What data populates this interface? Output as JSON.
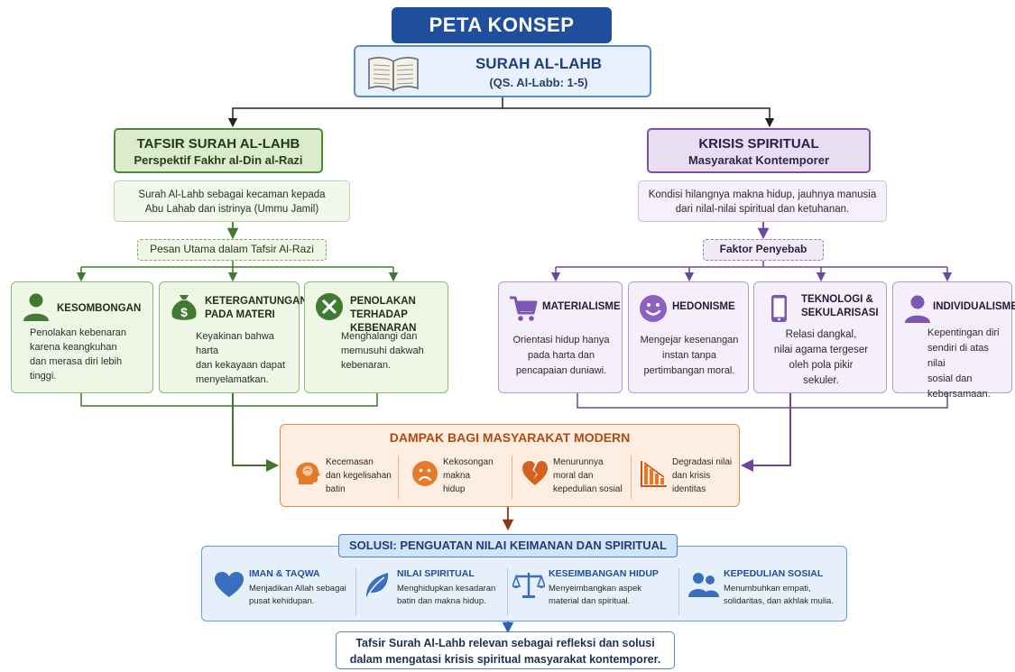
{
  "title": "PETA KONSEP",
  "surah": {
    "title": "SURAH AL-LAHB",
    "subtitle": "(QS. Al-Labb: 1-5)"
  },
  "tafsir": {
    "title": "TAFSIR SURAH AL-LAHB",
    "subtitle": "Perspektif Fakhr al-Din al-Razi",
    "description_line1": "Surah Al-Lahb sebagai kecaman kepada",
    "description_line2": "Abu Lahab dan istrinya (Ummu Jamil)",
    "pesan_label": "Pesan Utama dalam Tafsir Al-Razi",
    "cards": [
      {
        "title": "KESOMBONGAN",
        "text1": "Penolakan kebenaran",
        "text2": "karena keangkuhan",
        "text3": "dan merasa diri lebih",
        "text4": "tinggi.",
        "icon": "person-icon"
      },
      {
        "title1": "KETERGANTUNGAN",
        "title2": "PADA MATERI",
        "text1": "Keyakinan bahwa harta",
        "text2": "dan kekayaan dapat",
        "text3": "menyelamatkan.",
        "icon": "money-bag-icon"
      },
      {
        "title1": "PENOLAKAN",
        "title2": "TERHADAP KEBENARAN",
        "text1": "Menghalangi dan",
        "text2": "memusuhi dakwah",
        "text3": "kebenaran.",
        "icon": "cross-circle-icon"
      }
    ]
  },
  "krisis": {
    "title": "KRISIS SPIRITUAL",
    "subtitle": "Masyarakat Kontemporer",
    "description_line1": "Kondisi hilangnya makna hidup, jauhnya manusia",
    "description_line2": "dari nilal-nilai spiritual dan ketuhanan.",
    "faktor_label": "Faktor Penyebab",
    "cards": [
      {
        "title": "MATERIALISME",
        "text1": "Orientasi hidup hanya",
        "text2": "pada harta dan",
        "text3": "pencapaian duniawi.",
        "icon": "shopping-cart-icon"
      },
      {
        "title": "HEDONISME",
        "text1": "Mengejar kesenangan",
        "text2": "instan tanpa",
        "text3": "pertimbangan moral.",
        "icon": "smiley-icon"
      },
      {
        "title1": "TEKNOLOGI &",
        "title2": "SEKULARISASI",
        "text1": "Relasi dangkal,",
        "text2": "nilai agama tergeser",
        "text3": "oleh pola pikir",
        "text4": "sekuler.",
        "icon": "smartphone-icon"
      },
      {
        "title": "INDIVIDUALISME",
        "text1": "Kepentingan diri",
        "text2": "sendiri di atas nilai",
        "text3": "sosial dan",
        "text4": "kebersamaan.",
        "icon": "person-icon"
      }
    ]
  },
  "dampak": {
    "title": "DAMPAK BAGI MASYARAKAT MODERN",
    "items": [
      {
        "line1": "Kecemasan",
        "line2": "dan kegelisahan",
        "line3": "batin",
        "icon": "head-brain-icon"
      },
      {
        "line1": "Kekosongan",
        "line2": "makna",
        "line3": "hidup",
        "icon": "sad-face-icon"
      },
      {
        "line1": "Menurunnya",
        "line2": "moral dan",
        "line3": "kepedulian sosial",
        "icon": "broken-heart-icon"
      },
      {
        "line1": "Degradasi nilai",
        "line2": "dan krisis",
        "line3": "identitas",
        "icon": "declining-chart-icon"
      }
    ]
  },
  "solusi": {
    "title": "SOLUSI: PENGUATAN NILAI KEIMANAN DAN SPIRITUAL",
    "items": [
      {
        "title": "IMAN & TAQWA",
        "line1": "Menjadikan Allah sebagai",
        "line2": "pusat kehidupan.",
        "icon": "heart-icon"
      },
      {
        "title": "NILAI SPIRITUAL",
        "line1": "Menghidupkan kesadaran",
        "line2": "batin dan makna hidup.",
        "icon": "leaf-icon"
      },
      {
        "title": "KESEIMBANGAN HIDUP",
        "line1": "Menyeimbangkan aspek",
        "line2": "material dan spiritual.",
        "icon": "balance-scale-icon"
      },
      {
        "title": "KEPEDULIAN SOSIAL",
        "line1": "Menumbuhkan empati,",
        "line2": "solidaritas, dan akhlak mulia.",
        "icon": "people-icon"
      }
    ]
  },
  "conclusion": {
    "line1": "Tafsir Surah Al-Lahb relevan sebagai refleksi dan solusi",
    "line2": "dalam mengatasi krisis spiritual masyarakat kontemporer."
  },
  "colors": {
    "navy": "#1f4e9c",
    "green": "#4f8a3a",
    "purple": "#7752a8",
    "orange": "#e58a46",
    "blue": "#4f84c8"
  }
}
